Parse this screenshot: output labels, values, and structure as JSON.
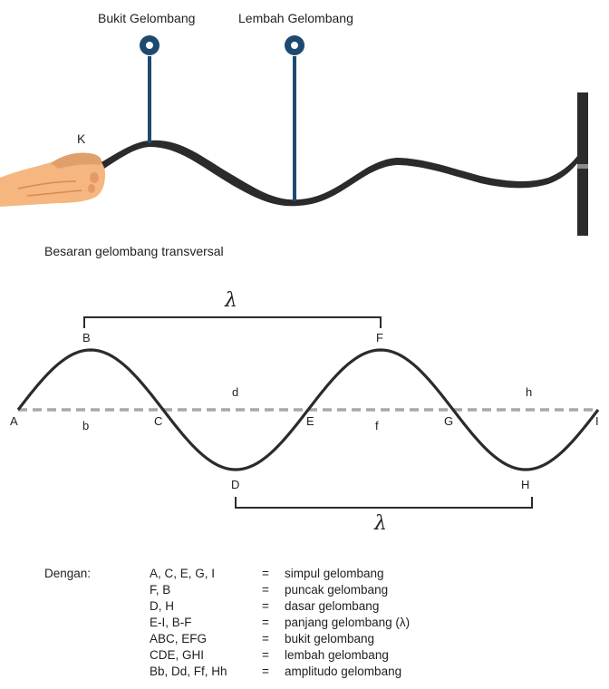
{
  "top_diagram": {
    "pin_crest_label": "Bukit Gelombang",
    "pin_trough_label": "Lembah Gelombang",
    "hand_label": "K",
    "colors": {
      "pin": "#1e4a70",
      "rope": "#2b2b2b",
      "skin": "#f5b67f",
      "skin_dark": "#e0925a",
      "wall": "#2b2b2b"
    }
  },
  "section_title": "Besaran gelombang transversal",
  "wave": {
    "points": {
      "A": "A",
      "B": "B",
      "C": "C",
      "D": "D",
      "E": "E",
      "F": "F",
      "G": "G",
      "H": "H",
      "I": "I"
    },
    "amplitude_marks": {
      "b": "b",
      "d": "d",
      "f": "f",
      "h": "h"
    },
    "lambda_top": "λ",
    "lambda_bottom": "λ",
    "colors": {
      "wave": "#2b2b2b",
      "axis": "#a8a8a8",
      "bracket": "#2b2b2b"
    }
  },
  "legend": {
    "heading": "Dengan:",
    "rows": [
      {
        "symbol": "A, C, E, G, I",
        "eq": "=",
        "meaning": "simpul gelombang"
      },
      {
        "symbol": "F, B",
        "eq": "=",
        "meaning": "puncak gelombang"
      },
      {
        "symbol": "D, H",
        "eq": "=",
        "meaning": "dasar gelombang"
      },
      {
        "symbol": "E-I, B-F",
        "eq": "=",
        "meaning": "panjang gelombang (λ)"
      },
      {
        "symbol": "ABC, EFG",
        "eq": "=",
        "meaning": "bukit gelombang"
      },
      {
        "symbol": "CDE, GHI",
        "eq": "=",
        "meaning": "lembah gelombang"
      },
      {
        "symbol": "Bb, Dd, Ff, Hh",
        "eq": "=",
        "meaning": "amplitudo gelombang"
      }
    ]
  }
}
